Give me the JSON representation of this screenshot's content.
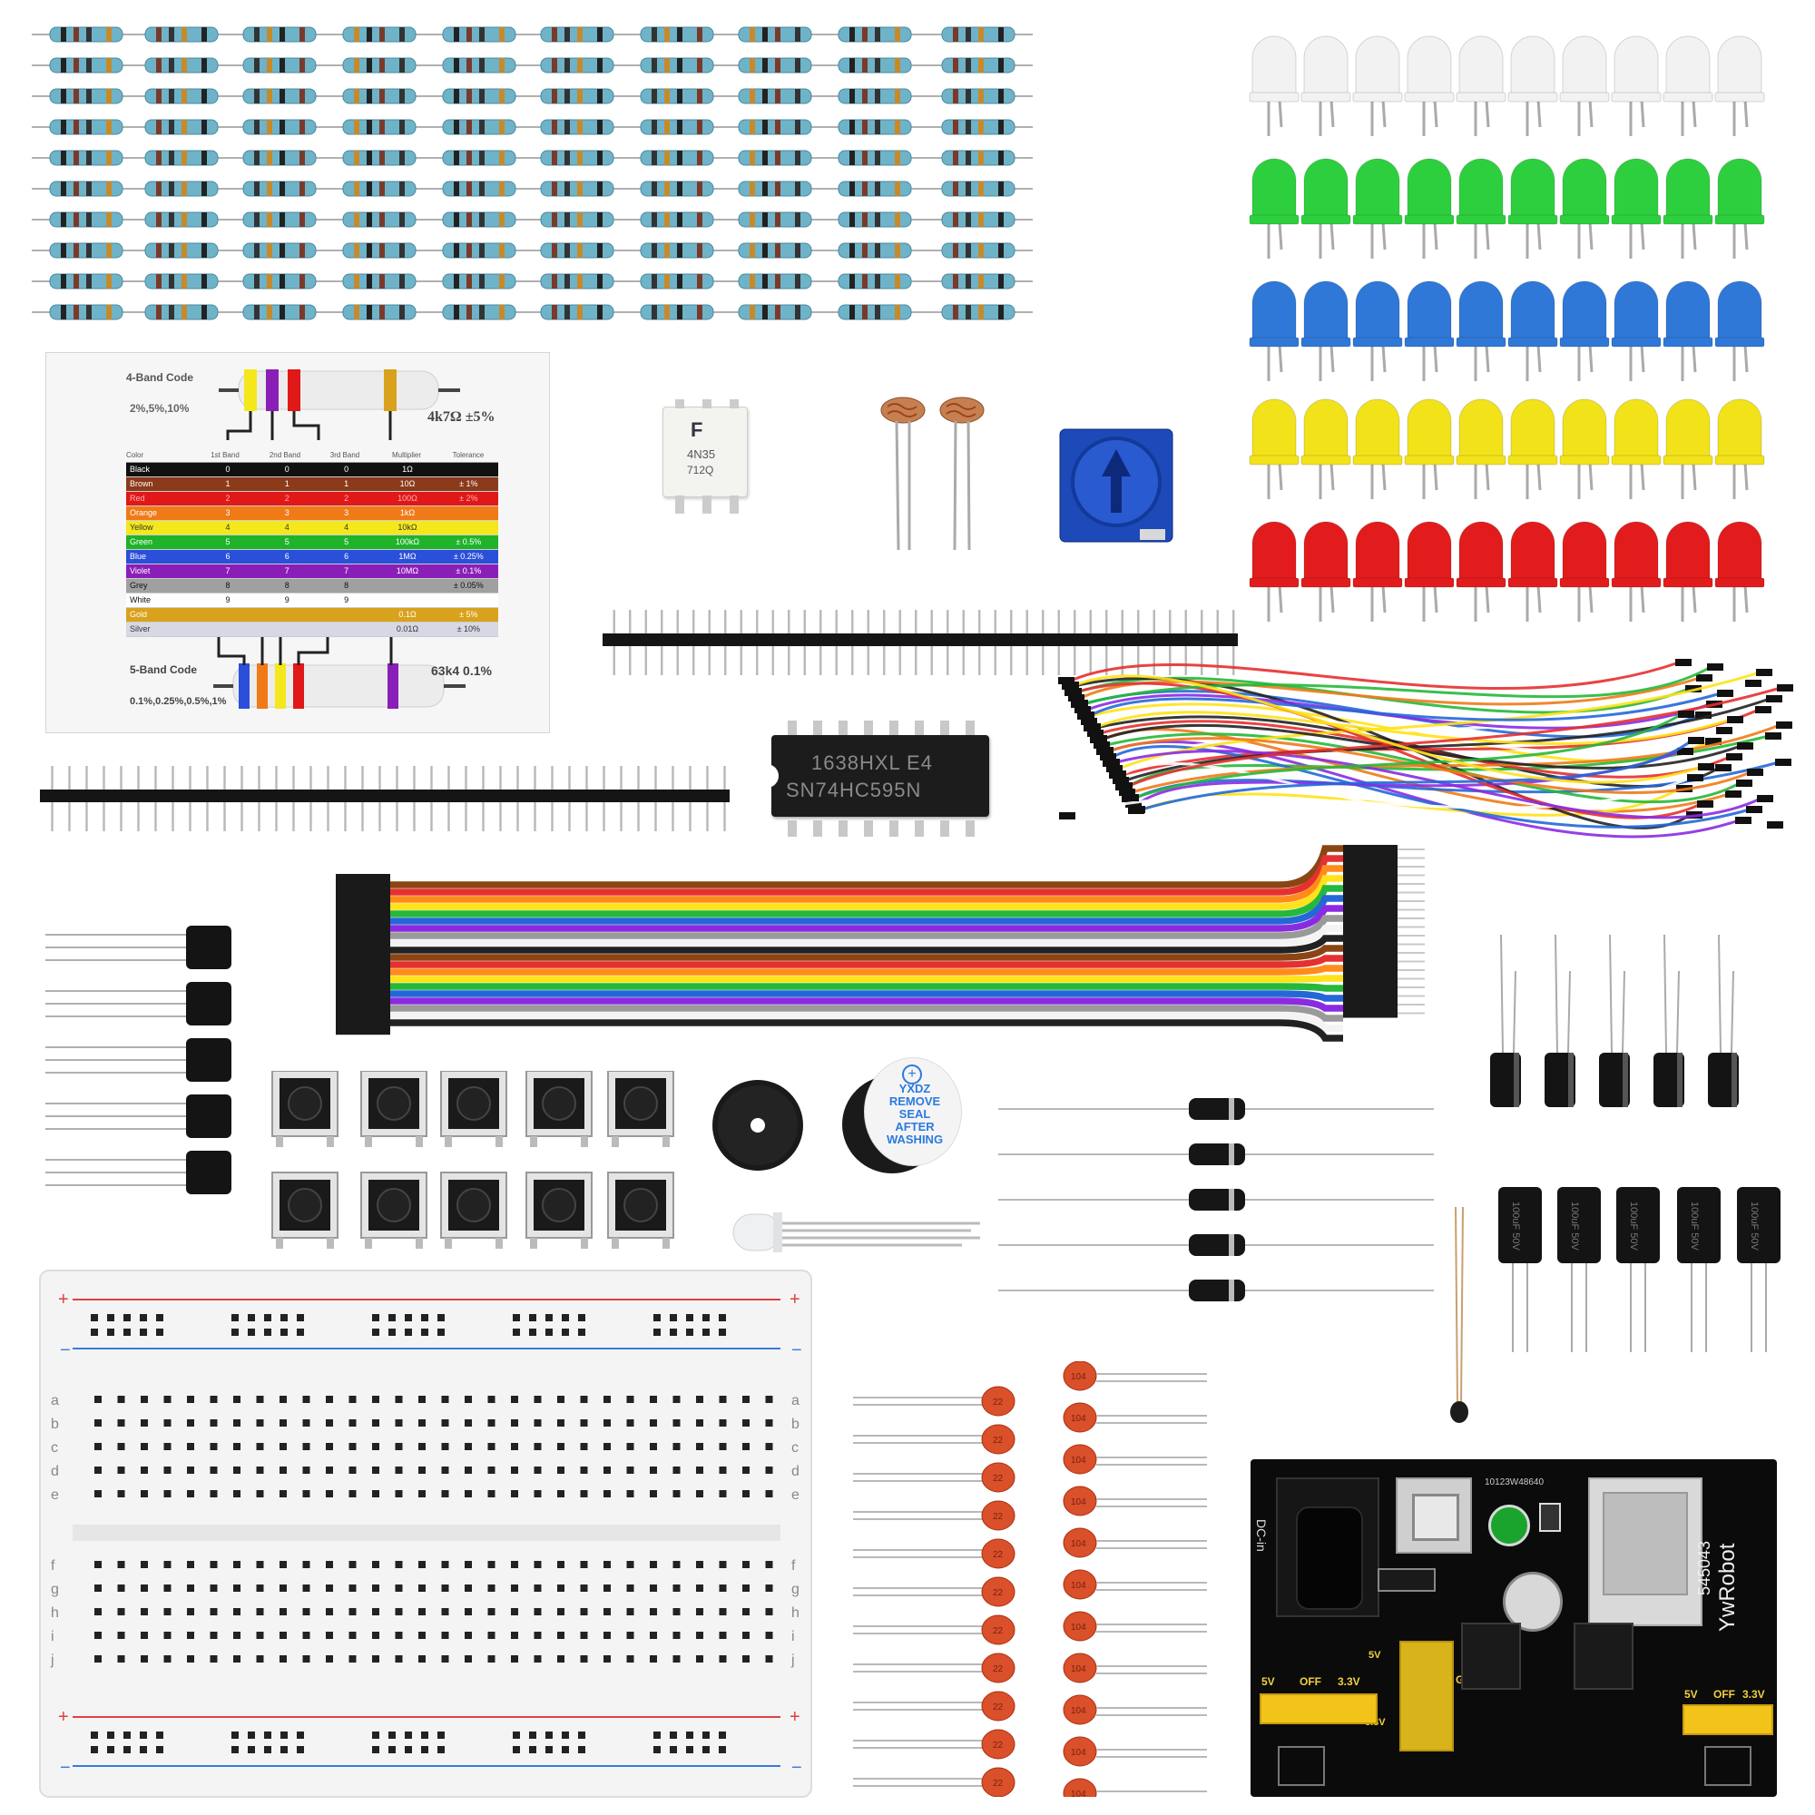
{
  "color_chart": {
    "four_band_title": "4-Band Code",
    "four_band_tolerances": "2%,5%,10%",
    "four_band_example": "4k7Ω ±5%",
    "five_band_title": "5-Band Code",
    "five_band_tolerances": "0.1%,0.25%,0.5%,1%",
    "five_band_example": "63k4 0.1%",
    "headers": [
      "Color",
      "1st Band",
      "2nd Band",
      "3rd Band",
      "Multiplier",
      "Tolerance"
    ],
    "rows": [
      {
        "name": "Black",
        "b1": "0",
        "b2": "0",
        "b3": "0",
        "mult": "1Ω",
        "tol": "",
        "color": "#111111",
        "text": "#ffffff"
      },
      {
        "name": "Brown",
        "b1": "1",
        "b2": "1",
        "b3": "1",
        "mult": "10Ω",
        "tol": "± 1%",
        "color": "#8b3a1a",
        "text": "#ffffff"
      },
      {
        "name": "Red",
        "b1": "2",
        "b2": "2",
        "b3": "2",
        "mult": "100Ω",
        "tol": "± 2%",
        "color": "#e01818",
        "text": "#ffb0b0"
      },
      {
        "name": "Orange",
        "b1": "3",
        "b2": "3",
        "b3": "3",
        "mult": "1kΩ",
        "tol": "",
        "color": "#f07a18",
        "text": "#ffffff"
      },
      {
        "name": "Yellow",
        "b1": "4",
        "b2": "4",
        "b3": "4",
        "mult": "10kΩ",
        "tol": "",
        "color": "#f4e81c",
        "text": "#333333"
      },
      {
        "name": "Green",
        "b1": "5",
        "b2": "5",
        "b3": "5",
        "mult": "100kΩ",
        "tol": "± 0.5%",
        "color": "#1fb32a",
        "text": "#ffffff"
      },
      {
        "name": "Blue",
        "b1": "6",
        "b2": "6",
        "b3": "6",
        "mult": "1MΩ",
        "tol": "± 0.25%",
        "color": "#2a4fd8",
        "text": "#ffffff"
      },
      {
        "name": "Violet",
        "b1": "7",
        "b2": "7",
        "b3": "7",
        "mult": "10MΩ",
        "tol": "± 0.1%",
        "color": "#8a1fb8",
        "text": "#ffffff"
      },
      {
        "name": "Grey",
        "b1": "8",
        "b2": "8",
        "b3": "8",
        "mult": "",
        "tol": "± 0.05%",
        "color": "#a0a0a0",
        "text": "#111111"
      },
      {
        "name": "White",
        "b1": "9",
        "b2": "9",
        "b3": "9",
        "mult": "",
        "tol": "",
        "color": "#ffffff",
        "text": "#111111"
      },
      {
        "name": "Gold",
        "b1": "",
        "b2": "",
        "b3": "",
        "mult": "0.1Ω",
        "tol": "± 5%",
        "color": "#d9a21c",
        "text": "#ffffff"
      },
      {
        "name": "Silver",
        "b1": "",
        "b2": "",
        "b3": "",
        "mult": "0.01Ω",
        "tol": "± 10%",
        "color": "#d8d8e4",
        "text": "#333333"
      }
    ]
  },
  "chips": {
    "optocoupler_line1": "4N35",
    "optocoupler_line2": "712Q",
    "shift_register_line1": "1638HXL E4",
    "shift_register_line2": "SN74HC595N"
  },
  "buzzer_label": [
    "YXDZ",
    "REMOVE",
    "SEAL",
    "AFTER",
    "WASHING"
  ],
  "capacitor_codes": {
    "ceramic_a": "22",
    "ceramic_b": "104",
    "electrolytic": "100uF 50V"
  },
  "power_module": {
    "brand": "YwRobot",
    "id": "545043",
    "board_code": "10123W48640",
    "dc_in": "DC-in",
    "five_v": "5V",
    "off": "OFF",
    "three_v": "3.3V",
    "gnd": "GND"
  },
  "breadboard": {
    "plus": "+",
    "minus": "−",
    "rows_top": [
      "a",
      "b",
      "c",
      "d",
      "e"
    ],
    "rows_bottom": [
      "f",
      "g",
      "h",
      "i",
      "j"
    ]
  },
  "led_colors": [
    "#f2f2f2",
    "#2ecf3e",
    "#2f78d8",
    "#f2e21a",
    "#e21c1c"
  ],
  "ribbon_colors": [
    "#8b4513",
    "#e53030",
    "#ff8c1a",
    "#ffe21a",
    "#26b83a",
    "#2468d8",
    "#8a2be2",
    "#9a9a9a",
    "#f4f4f4",
    "#222222"
  ]
}
